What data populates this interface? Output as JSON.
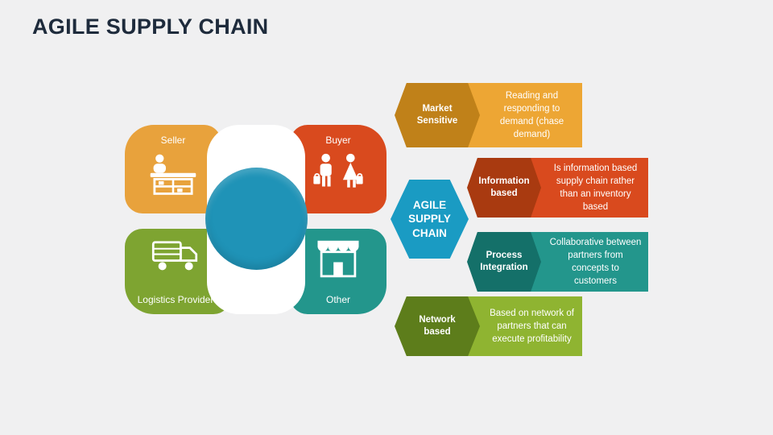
{
  "title": "AGILE SUPPLY CHAIN",
  "colors": {
    "background": "#f0f0f1",
    "title": "#1e2b3c",
    "circle": "#1f93b7",
    "hexagon": "#1a9bc3"
  },
  "quadrants": {
    "seller": {
      "label": "Seller",
      "color": "#e8a23c",
      "icon": "seller-stall-icon"
    },
    "buyer": {
      "label": "Buyer",
      "color": "#d94a1e",
      "icon": "shoppers-icon"
    },
    "logistics": {
      "label": "Logistics Providers",
      "color": "#7ea431",
      "icon": "truck-icon"
    },
    "other": {
      "label": "Other",
      "color": "#23968c",
      "icon": "storefront-icon"
    }
  },
  "hexagon": {
    "label": "AGILE SUPPLY CHAIN"
  },
  "rows": [
    {
      "label": "Market Sensitive",
      "description": "Reading and responding to demand (chase demand)",
      "label_color": "#c08119",
      "desc_color": "#eda634"
    },
    {
      "label": "Information based",
      "description": "Is information based supply chain rather than an inventory based",
      "label_color": "#a93a10",
      "desc_color": "#d94a1e"
    },
    {
      "label": "Process Integration",
      "description": "Collaborative between partners from  concepts to customers",
      "label_color": "#147069",
      "desc_color": "#23968c"
    },
    {
      "label": "Network based",
      "description": "Based on network of partners that can execute profitability",
      "label_color": "#5d7d1b",
      "desc_color": "#8fb431"
    }
  ]
}
